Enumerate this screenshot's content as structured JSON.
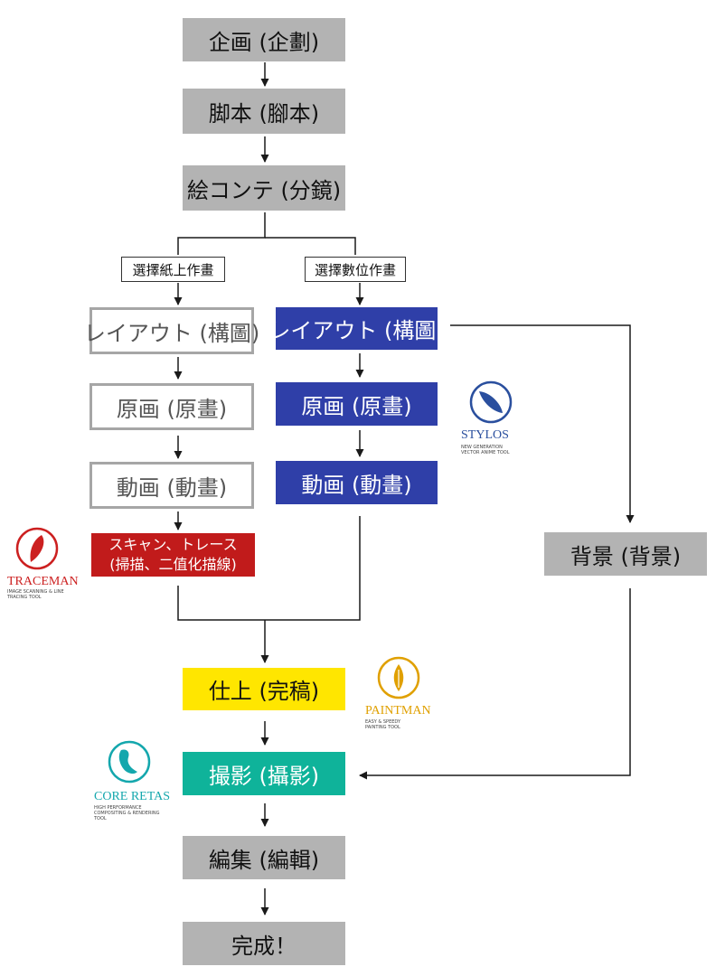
{
  "steps": {
    "planning": "企画 (企劃)",
    "script": "脚本 (腳本)",
    "storyboard": "絵コンテ (分鏡)",
    "branch_paper": "選擇紙上作畫",
    "branch_digital": "選擇數位作畫",
    "paper_layout": "レイアウト (構圖)",
    "paper_key": "原画 (原畫)",
    "paper_inbetween": "動画 (動畫)",
    "scan_line1": "スキャン、トレース",
    "scan_line2": "(掃描、二值化描線)",
    "digital_layout": "レイアウト (構圖)",
    "digital_key": "原画 (原畫)",
    "digital_inbetween": "動画 (動畫)",
    "background": "背景 (背景)",
    "finishing": "仕上 (完稿)",
    "compositing": "撮影 (攝影)",
    "editing": "編集 (編輯)",
    "complete": "完成！"
  },
  "logos": {
    "stylos": {
      "name": "STYLOS",
      "tagline": "NEW GENERATION VECTOR ANIME TOOL",
      "icon": "pen-nib-icon"
    },
    "traceman": {
      "name": "TRACEMAN",
      "tagline": "IMAGE SCANNING & LINE TRACING TOOL",
      "icon": "pen-nib-icon"
    },
    "paintman": {
      "name": "PAINTMAN",
      "tagline": "EASY & SPEEDY PAINTING TOOL",
      "icon": "pen-nib-icon"
    },
    "coreretas": {
      "name": "CORE RETAS",
      "tagline": "HIGH PERFORMANCE COMPOSITING & RENDERING TOOL",
      "icon": "pen-nib-icon"
    }
  },
  "colors": {
    "gray": "#b3b3b3",
    "outline": "#a6a6a6",
    "blue": "#2f3fa8",
    "red": "#c11b1b",
    "yellow": "#ffe600",
    "teal": "#0fb39a",
    "arrow": "#1a1a1a",
    "stylos": "#2a4f9e",
    "traceman": "#cc2020",
    "paintman": "#e0a000",
    "coreretas": "#14a7ad"
  }
}
